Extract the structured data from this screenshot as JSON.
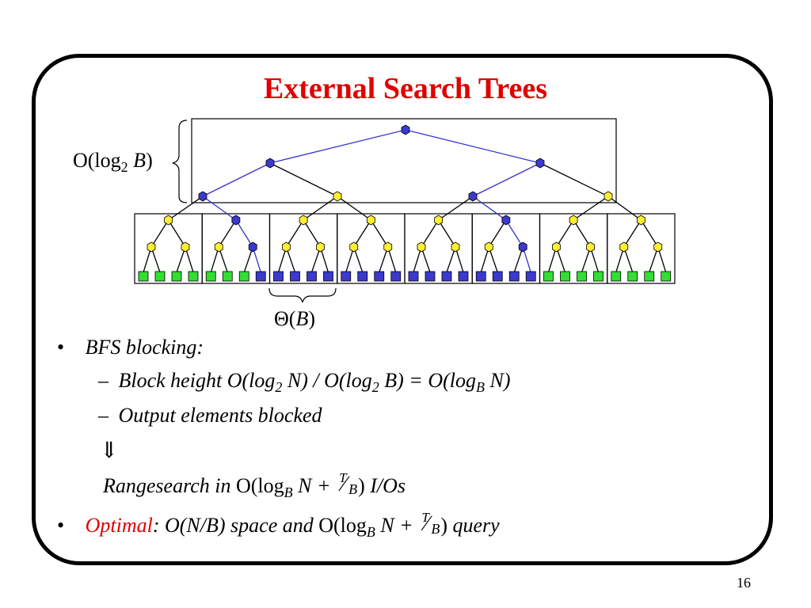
{
  "title": "External Search Trees",
  "diagram": {
    "height_label": {
      "base": "O(log",
      "sub": "2",
      "arg": "B",
      "close": ")"
    },
    "block_size_label": {
      "base": "Θ(",
      "arg": "B",
      "close": ")"
    },
    "colors": {
      "blue_node": "#3a3acc",
      "yellow_node": "#ffee33",
      "green_leaf": "#33dd33",
      "blue_edge": "#3333cc",
      "black_edge": "#000000"
    }
  },
  "bullets": [
    {
      "marker": "•",
      "label": "BFS blocking:",
      "subitems": [
        {
          "marker": "–",
          "text": "Block height",
          "formula": {
            "p1": "O(log",
            "s1": "2",
            "p2": "N) / O(log",
            "s2": "2",
            "p3": "B) = O(log",
            "s3": "B",
            "p4": "N)"
          }
        },
        {
          "marker": "–",
          "text": "Output elements blocked"
        }
      ],
      "implies": "⇓",
      "result": {
        "text": "Rangesearch in",
        "formula": {
          "p1": "O(log",
          "s1": "B",
          "p2": "N +",
          "num": "T",
          "den": "B",
          "p3": ")"
        },
        "tail": "I/Os"
      }
    },
    {
      "marker": "•",
      "label_red": "Optimal",
      "label_rest": ":  O(N/B) space and",
      "formula": {
        "p1": "O(log",
        "s1": "B",
        "p2": "N +",
        "num": "T",
        "den": "B",
        "p3": ")"
      },
      "tail": "query"
    }
  ],
  "page_number": "16"
}
